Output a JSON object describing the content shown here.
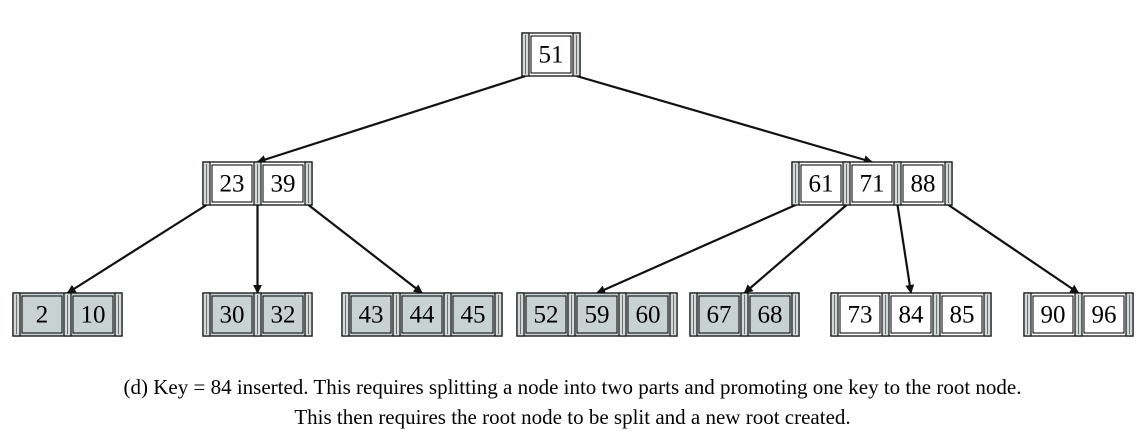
{
  "colors": {
    "shaded_key": "#c8d2d2",
    "plain_key": "#ffffff",
    "stroke": "#111111"
  },
  "tree": {
    "nodes": [
      {
        "id": "root",
        "keys": [
          "51"
        ],
        "shaded": false
      },
      {
        "id": "left-internal",
        "keys": [
          "23",
          "39"
        ],
        "shaded": false
      },
      {
        "id": "right-internal",
        "keys": [
          "61",
          "71",
          "88"
        ],
        "shaded": false
      },
      {
        "id": "leaf-1",
        "keys": [
          "2",
          "10"
        ],
        "shaded": true
      },
      {
        "id": "leaf-2",
        "keys": [
          "30",
          "32"
        ],
        "shaded": true
      },
      {
        "id": "leaf-3",
        "keys": [
          "43",
          "44",
          "45"
        ],
        "shaded": true
      },
      {
        "id": "leaf-4",
        "keys": [
          "52",
          "59",
          "60"
        ],
        "shaded": true
      },
      {
        "id": "leaf-5",
        "keys": [
          "67",
          "68"
        ],
        "shaded": true
      },
      {
        "id": "leaf-6",
        "keys": [
          "73",
          "84",
          "85"
        ],
        "shaded": false
      },
      {
        "id": "leaf-7",
        "keys": [
          "90",
          "96"
        ],
        "shaded": false
      }
    ],
    "edges": [
      {
        "from": "root",
        "pointer": 0,
        "to": "left-internal"
      },
      {
        "from": "root",
        "pointer": 1,
        "to": "right-internal"
      },
      {
        "from": "left-internal",
        "pointer": 0,
        "to": "leaf-1"
      },
      {
        "from": "left-internal",
        "pointer": 1,
        "to": "leaf-2"
      },
      {
        "from": "left-internal",
        "pointer": 2,
        "to": "leaf-3"
      },
      {
        "from": "right-internal",
        "pointer": 0,
        "to": "leaf-4"
      },
      {
        "from": "right-internal",
        "pointer": 1,
        "to": "leaf-5"
      },
      {
        "from": "right-internal",
        "pointer": 2,
        "to": "leaf-6"
      },
      {
        "from": "right-internal",
        "pointer": 3,
        "to": "leaf-7"
      }
    ]
  },
  "caption": {
    "line1": "(d) Key = 84 inserted. This requires splitting a node into two parts and promoting one key to the root node.",
    "line2": "This then requires the root node to be split and a new root created."
  }
}
